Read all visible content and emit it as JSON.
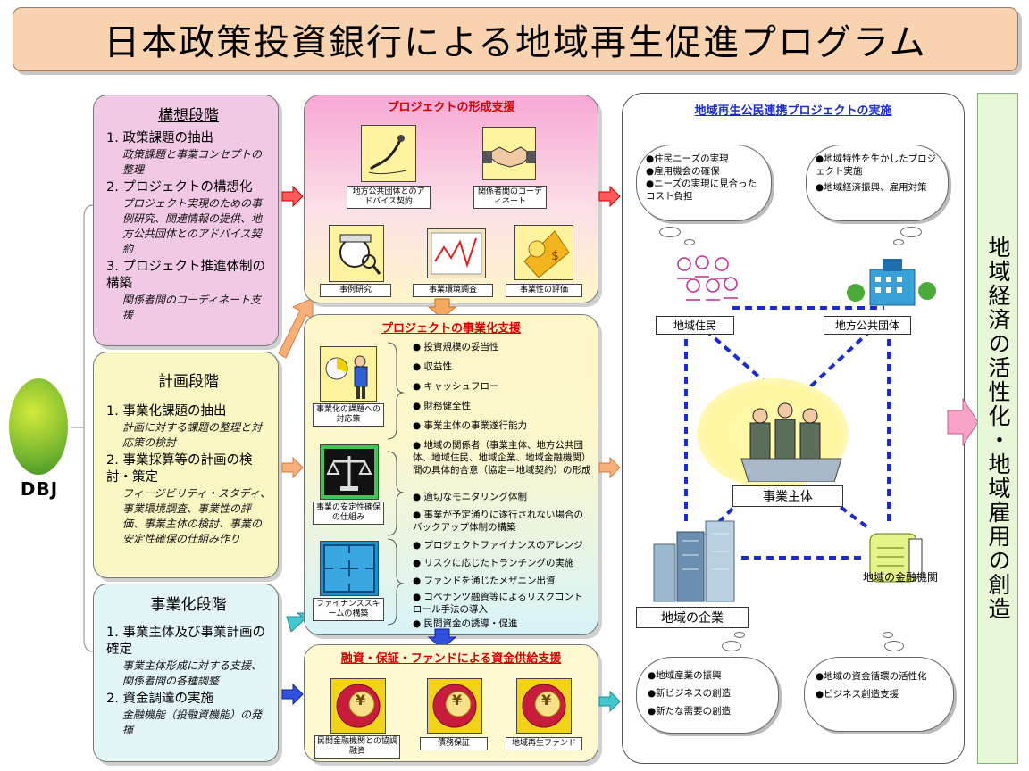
{
  "title": "日本政策投資銀行による地域再生促進プログラム",
  "dbj_label": "DBJ",
  "stages": [
    {
      "title": "構想段階",
      "items": [
        {
          "label": "1. 政策課題の抽出",
          "sub": "政策課題と事業コンセプトの整理"
        },
        {
          "label": "2. プロジェクトの構想化",
          "sub": "プロジェクト実現のための事例研究、関連情報の提供、地方公共団体とのアドバイス契約"
        },
        {
          "label": "3. プロジェクト推進体制の構築",
          "sub": "関係者間のコーディネート支援"
        }
      ]
    },
    {
      "title": "計画段階",
      "items": [
        {
          "label": "1. 事業化課題の抽出",
          "sub": "計画に対する課題の整理と対応策の検討"
        },
        {
          "label": "2. 事業採算等の計画の検討・策定",
          "sub": "フィージビリティ・スタディ、事業環境調査、事業性の評価、事業主体の検討、事業の安定性確保の仕組み作り"
        }
      ]
    },
    {
      "title": "事業化段階",
      "items": [
        {
          "label": "1. 事業主体及び事業計画の確定",
          "sub": "事業主体形成に対する支援、関係者間の各種調整"
        },
        {
          "label": "2. 資金調達の実施",
          "sub": "金融機能（投融資機能）の発揮"
        }
      ]
    }
  ],
  "panel1": {
    "title": "プロジェクトの形成支援",
    "cards": [
      "地方公共団体とのアドバイス契約",
      "関係者間のコーディネート",
      "事例研究",
      "事業環境調査",
      "事業性の評価"
    ]
  },
  "panel2": {
    "title": "プロジェクトの事業化支援",
    "cards": [
      "事業化の課題への対応策",
      "事業の安定性確保の仕組み",
      "ファイナンススキームの構築"
    ],
    "group1": [
      "投資規模の妥当性",
      "収益性",
      "キャッシュフロー",
      "財務健全性",
      "事業主体の事業遂行能力"
    ],
    "group2": [
      "地域の関係者（事業主体、地方公共団体、地域住民、地域企業、地域金融機関）間の具体的合意（協定＝地域契約）の形成",
      "適切なモニタリング体制",
      "事業が予定通りに遂行されない場合のバックアップ体制の構築"
    ],
    "group3": [
      "プロジェクトファイナンスのアレンジ",
      "リスクに応じたトランチングの実施",
      "ファンドを通じたメザニン出資",
      "コベナンツ融資等によるリスクコントロール手法の導入",
      "民間資金の誘導・促進"
    ]
  },
  "panel3": {
    "title": "融資・保証・ファンドによる資金供給支援",
    "cards": [
      "民間金融機関との協調融資",
      "債務保証",
      "地域再生ファンド"
    ],
    "coin_symbol": "¥"
  },
  "right": {
    "title": "地域再生公民連携プロジェクトの実施",
    "cloud_top_left": [
      "住民ニーズの実現",
      "雇用機会の確保",
      "ニーズの実現に見合ったコスト負担"
    ],
    "cloud_top_right": [
      "地域特性を生かしたプロジェクト実施",
      "地域経済振興、雇用対策"
    ],
    "cloud_bottom_left": [
      "地域産業の振興",
      "新ビジネスの創造",
      "新たな需要の創造"
    ],
    "cloud_bottom_right": [
      "地域の資金循環の活性化",
      "ビジネス創造支援"
    ],
    "nodes": {
      "residents": "地域住民",
      "government": "地方公共団体",
      "entity": "事業主体",
      "companies": "地域の企業",
      "banks": "地域の金融機関"
    }
  },
  "result": "地域経済の活性化・地域雇用の創造",
  "colors": {
    "title_bg": "#f9d3b0",
    "stage1": "#f2c9e4",
    "stage2": "#fbf7c4",
    "stage3": "#e3f5f7",
    "accent_red": "#d40000",
    "link_blue": "#1a2bd0"
  }
}
